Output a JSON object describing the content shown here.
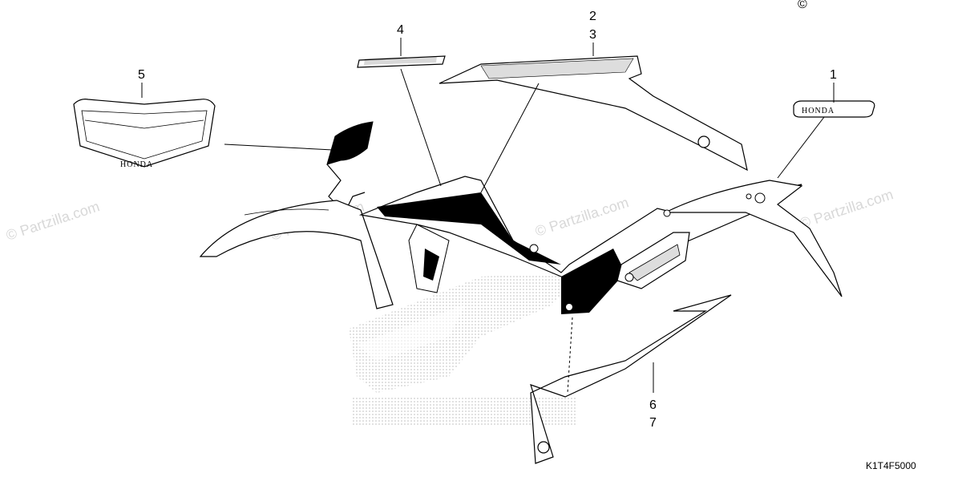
{
  "diagram": {
    "callouts": {
      "part1": "1",
      "part2": "2",
      "part3": "3",
      "part4": "4",
      "part5": "5",
      "part6": "6",
      "part7": "7"
    },
    "emblem_text": "HONDA",
    "watermark": "© Partzilla.com",
    "diagram_code": "K1T4F5000",
    "copyright_mark": "©"
  },
  "colors": {
    "line": "#000000",
    "watermark": "#d8d8d8",
    "dots": "#bdbdbd"
  }
}
